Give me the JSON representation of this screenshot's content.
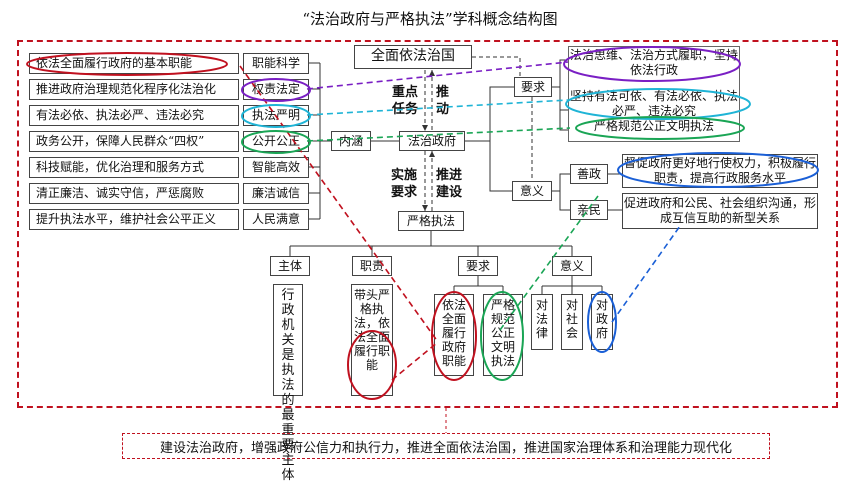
{
  "title": "“法治政府与严格执法”学科概念结构图",
  "top": {
    "center": "全面依法治国",
    "requirement": "要求",
    "meaning": "意义",
    "gov": "法治政府",
    "connotation": "内涵",
    "strict": "严格执法",
    "shanzheng": "善政",
    "qinmin": "亲民"
  },
  "edge_labels": {
    "key_task": "重点任务",
    "push": "推动",
    "implement_req": "实施要求",
    "push_build": "推进建设"
  },
  "left_rows": [
    {
      "text": "依法全面履行政府的基本职能",
      "tag": "职能科学"
    },
    {
      "text": "推进政府治理规范化程序化法治化",
      "tag": "权责法定"
    },
    {
      "text": "有法必依、执法必严、违法必究",
      "tag": "执法严明"
    },
    {
      "text": "政务公开，保障人民群众“四权”",
      "tag": "公开公正"
    },
    {
      "text": "科技赋能，优化治理和服务方式",
      "tag": "智能高效"
    },
    {
      "text": "清正廉洁、诚实守信，严惩腐败",
      "tag": "廉洁诚信"
    },
    {
      "text": "提升执法水平，维护社会公平正义",
      "tag": "人民满意"
    }
  ],
  "right_reqs": [
    "法治思维、法治方式履职，坚持依法行政",
    "坚持有法可依、有法必依、执法必严、违法必究",
    "严格规范公正文明执法"
  ],
  "right_meanings": [
    "督促政府更好地行使权力，积极履行职责，提高行政服务水平",
    "促进政府和公民、社会组织沟通，形成互信互助的新型关系"
  ],
  "bottom_heads": [
    "主体",
    "职责",
    "要求",
    "意义"
  ],
  "bottom_cols": {
    "subject": "行政机关是执法的最重要主体",
    "duty": "带头严格执法，依法全面履行职能",
    "req1": "依法全面履行政府职能",
    "req2": "严格规范公正文明执法",
    "mean1": "对法律",
    "mean2": "对社会",
    "mean3": "对政府"
  },
  "conclusion": "建设法治政府，增强政府公信力和执行力，推进全面依法治国，推进国家治理体系和治理能力现代化",
  "colors": {
    "frame": "#c0111f",
    "purple": "#7a1fc4",
    "cyan": "#1fb4d6",
    "green": "#1aa555",
    "blue": "#1a5fd6",
    "red": "#c0111f"
  }
}
